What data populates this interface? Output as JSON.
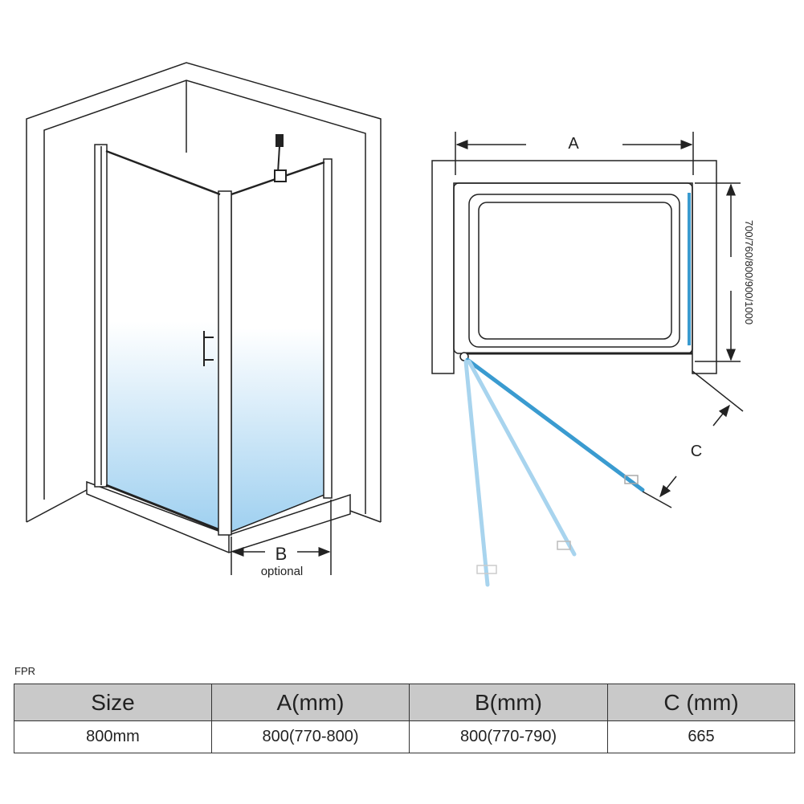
{
  "diagram": {
    "left_view": {
      "dimension_label": "B",
      "dimension_note": "optional"
    },
    "plan_view": {
      "width_label": "A",
      "depth_label": "700/760/800/900/1000",
      "opening_label": "C"
    }
  },
  "table": {
    "caption": "FPR",
    "headers": [
      "Size",
      "A(mm)",
      "B(mm)",
      "C (mm)"
    ],
    "rows": [
      [
        "800mm",
        "800(770-800)",
        "800(770-790)",
        "665"
      ]
    ]
  },
  "colors": {
    "glass_blue": "#9fd0f0",
    "panel_blue": "#3a9bd0",
    "header_gray": "#c9c9c9"
  }
}
